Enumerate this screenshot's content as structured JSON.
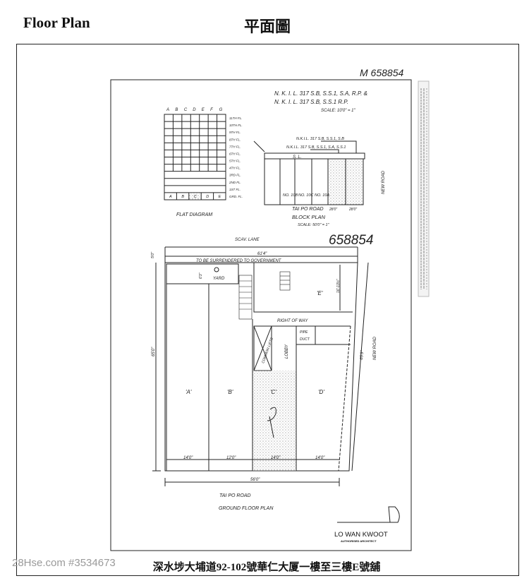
{
  "header": {
    "title_en": "Floor Plan",
    "title_zh": "平面圖"
  },
  "caption": "深水埗大埔道92-102號華仁大厦一樓至三樓E號舖",
  "watermark": "28Hse.com #3534673",
  "drawing": {
    "file_ref_top": "M 658854",
    "file_ref_mid": "658854",
    "lot_note_1": "N. K. I. L. 317 S.B, S.S.1, S.A, R.P. &",
    "lot_note_2": "N. K. I. L. 317 S.B, S.S.1 R.P.",
    "lot_scale": "SCALE: 10'0\" = 1\"",
    "flat_diagram": {
      "columns": [
        "A",
        "B",
        "C",
        "D",
        "E",
        "F",
        "G"
      ],
      "floors": [
        "11TH FL.",
        "10TH FL.",
        "9TH FL.",
        "8TH FL.",
        "7TH FL.",
        "6TH FL.",
        "5TH FL.",
        "4TH FL.",
        "3RD FL.",
        "2ND FL.",
        "1ST FL.",
        "GRD. FL."
      ],
      "ground_units": [
        "A",
        "B",
        "C",
        "D",
        "E"
      ],
      "label": "FLAT DIAGRAM"
    },
    "block_plan": {
      "lot_a": "N.K.I.L. 317 S.B, S.S.1, S.B",
      "lot_b": "N.K.I.L. 317 S.B, S.S.1, S.A, S.S.1",
      "lane": "S.  L.",
      "numbers": [
        "NO. 10B",
        "NO. 10C",
        "NO. 10A"
      ],
      "dims": [
        "28'0\"",
        "28'0\""
      ],
      "road": "TAI PO ROAD",
      "label": "BLOCK PLAN",
      "scale": "SCALE: 50'0\" = 1\"",
      "new_road": "NEW ROAD"
    },
    "ground_floor": {
      "scav_lane": "SCAV.        LANE",
      "width_top": "61'4\"",
      "setback": "5'0\"",
      "surrender": "TO BE SURRENDERED TO GOVERNMENT",
      "yard": "YARD",
      "yard_dim": "6'3\"",
      "unit_e": "'E'",
      "e_dim": "16'-10½\"",
      "right_of_way": "RIGHT  OF  WAY",
      "pipe_duct": [
        "PIPE",
        "DUCT"
      ],
      "lifts": "COMMON LIFTS",
      "lobby": "LOBBY",
      "units": [
        "'A'",
        "'B'",
        "'C'",
        "'D'"
      ],
      "unit_widths": [
        "14'0\"",
        "12'0\"",
        "14'0\"",
        "14'0\""
      ],
      "depth_left": "65'0\"",
      "depth_right": "65'3\"",
      "width_bottom": "56'0\"",
      "new_road": "NEW ROAD",
      "road": "TAI  PO  ROAD",
      "label": "GROUND  FLOOR  PLAN"
    },
    "architect": {
      "name": "LO WAN KWOOT",
      "title": "AUTHORISED ARCHITECT"
    }
  }
}
